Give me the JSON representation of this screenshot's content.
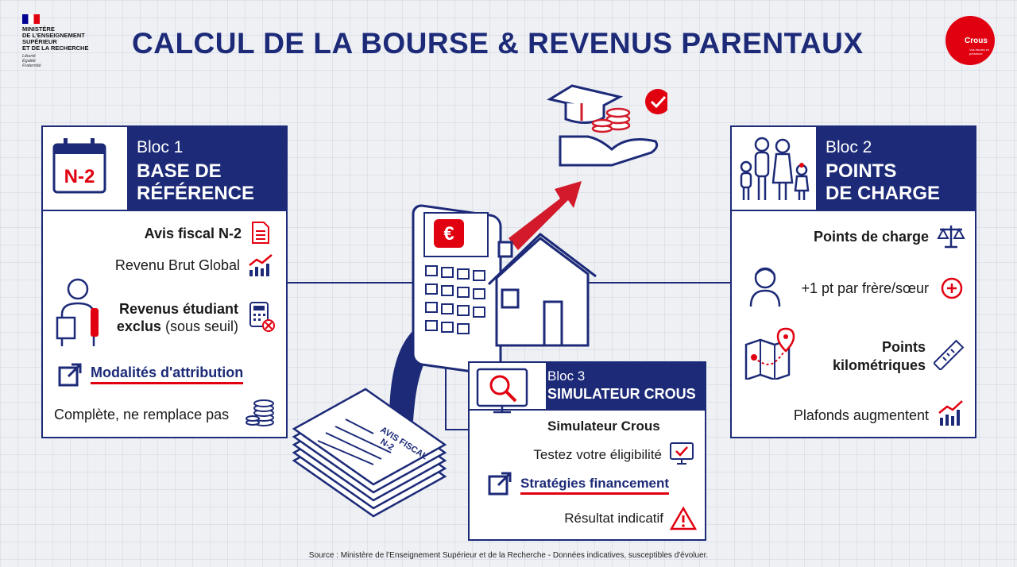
{
  "header": {
    "ministry_lines": [
      "Ministère",
      "de l'Enseignement",
      "Supérieur",
      "et de la Recherche"
    ],
    "ministry_motto": [
      "Liberté",
      "Égalité",
      "Fraternité"
    ],
    "title": "CALCUL DE LA BOURSE & REVENUS PARENTAUX",
    "crous_name": "Crous",
    "crous_tagline": "Vos études en presence"
  },
  "bloc1": {
    "num": "Bloc 1",
    "title_line1": "BASE DE",
    "title_line2": "RÉFÉRENCE",
    "badge": "N-2",
    "rows": {
      "avis_fiscal": "Avis fiscal N-2",
      "revenu_brut": "Revenu Brut Global",
      "revenus_etudiant_1": "Revenus étudiant",
      "revenus_etudiant_2": "exclus",
      "revenus_etudiant_3": "(sous seuil)",
      "modalites": "Modalités d'attribution",
      "complete": "Complète, ne remplace pas"
    }
  },
  "bloc2": {
    "num": "Bloc 2",
    "title_line1": "POINTS",
    "title_line2": "DE CHARGE",
    "rows": {
      "points_charge": "Points de charge",
      "frere_soeur": "+1 pt par frère/sœur",
      "km_1": "Points",
      "km_2": "kilométriques",
      "plafonds": "Plafonds augmentent"
    }
  },
  "bloc3": {
    "num": "Bloc 3",
    "title": "SIMULATEUR CROUS",
    "rows": {
      "simulateur": "Simulateur Crous",
      "testez": "Testez votre éligibilité",
      "strategies": "Stratégies financement",
      "resultat": "Résultat indicatif"
    }
  },
  "illustration": {
    "euro_symbol": "€",
    "doc_label_1": "AVIS FISCAL",
    "doc_label_2": "N-2"
  },
  "footer": {
    "source": "Source : Ministère de l'Enseignement Supérieur et de la Recherche - Données indicatives, susceptibles d'évoluer."
  },
  "colors": {
    "navy": "#1c2a78",
    "red": "#e1000f",
    "background": "#eef0f4"
  }
}
